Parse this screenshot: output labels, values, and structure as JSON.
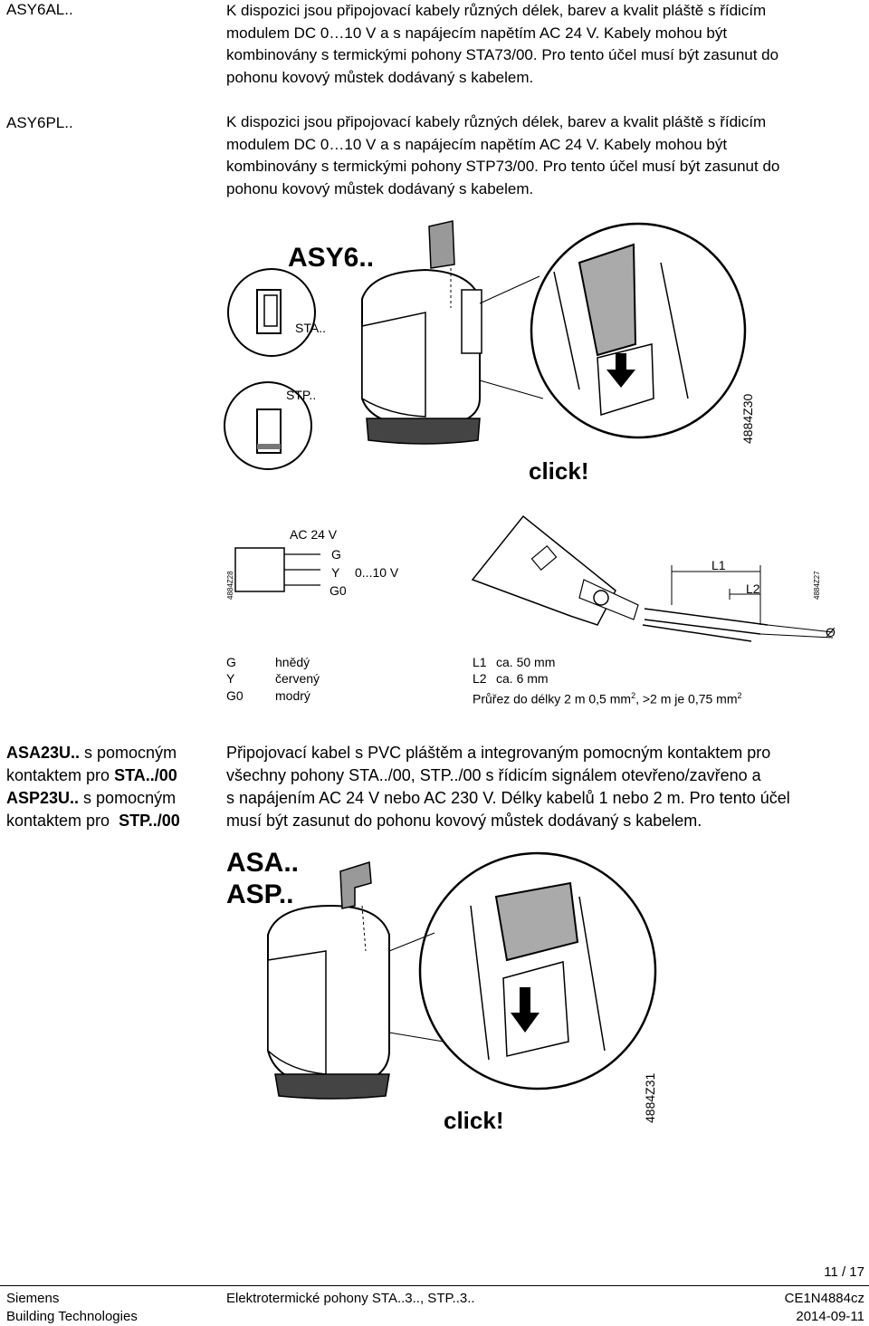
{
  "sections": [
    {
      "code": "ASY6AL..",
      "lines": [
        "K dispozici jsou připojovací kabely různých délek, barev a kvalit pláště s řídicím",
        "modulem DC 0…10 V a s napájecím napětím AC 24 V. Kabely mohou být",
        "kombinovány s termickými pohony STA73/00. Pro tento účel musí být zasunut do",
        "pohonu kovový můstek dodávaný s kabelem."
      ]
    },
    {
      "code": "ASY6PL..",
      "lines": [
        "K dispozici jsou připojovací kabely různých délek, barev a kvalit pláště s řídicím",
        "modulem DC 0…10 V a s napájecím napětím AC 24 V. Kabely mohou být",
        "kombinovány s termickými pohony STP73/00. Pro tento účel musí být zasunut do",
        "pohonu kovový můstek dodávaný s kabelem."
      ]
    }
  ],
  "figure1": {
    "title": "ASY6..",
    "sta_label": "STA..",
    "stp_label": "STP..",
    "click": "click!",
    "figure_code": "4884Z30"
  },
  "wiring": {
    "supply": "AC 24 V",
    "g": "G",
    "y": "Y",
    "y_range": "0...10 V",
    "g0": "G0",
    "left_code": "4884Z28",
    "l1": "L1",
    "l2": "L2",
    "right_code": "4884Z27",
    "diameter": "Ø"
  },
  "legend": {
    "colors": [
      {
        "key": "G",
        "value": "hnědý"
      },
      {
        "key": "Y",
        "value": "červený"
      },
      {
        "key": "G0",
        "value": "modrý"
      }
    ],
    "dims": [
      {
        "key": "L1",
        "value": "ca. 50 mm"
      },
      {
        "key": "L2",
        "value": "ca. 6 mm"
      }
    ],
    "cross_section": "Průřez do délky 2 m 0,5 mm",
    "cross_sup1": "2",
    "cross_mid": ", >2 m je 0,75 mm",
    "cross_sup2": "2"
  },
  "asa": {
    "line1_bold": "ASA23U..",
    "line1_rest": " s pomocným",
    "line2_rest": "kontaktem pro ",
    "line2_bold": "STA../00",
    "line3_bold": "ASP23U..",
    "line3_rest": " s pomocným",
    "line4_rest": "kontaktem pro  ",
    "line4_bold": "STP../00",
    "description": [
      "Připojovací kabel s PVC pláštěm a integrovaným pomocným kontaktem pro",
      "všechny pohony STA../00, STP../00 s řídicím signálem otevřeno/zavřeno a",
      "s napájením AC 24 V nebo AC 230 V. Délky kabelů 1 nebo 2 m. Pro tento účel",
      "musí být zasunut do pohonu kovový můstek dodávaný s kabelem."
    ]
  },
  "figure2": {
    "title1": "ASA..",
    "title2": "ASP..",
    "click": "click!",
    "figure_code": "4884Z31"
  },
  "page_number": "11 / 17",
  "footer": {
    "company1": "Siemens",
    "company2": "Building Technologies",
    "doc_title": "Elektrotermické pohony STA..3.., STP..3..",
    "doc_code": "CE1N4884cz",
    "date": "2014-09-11"
  }
}
